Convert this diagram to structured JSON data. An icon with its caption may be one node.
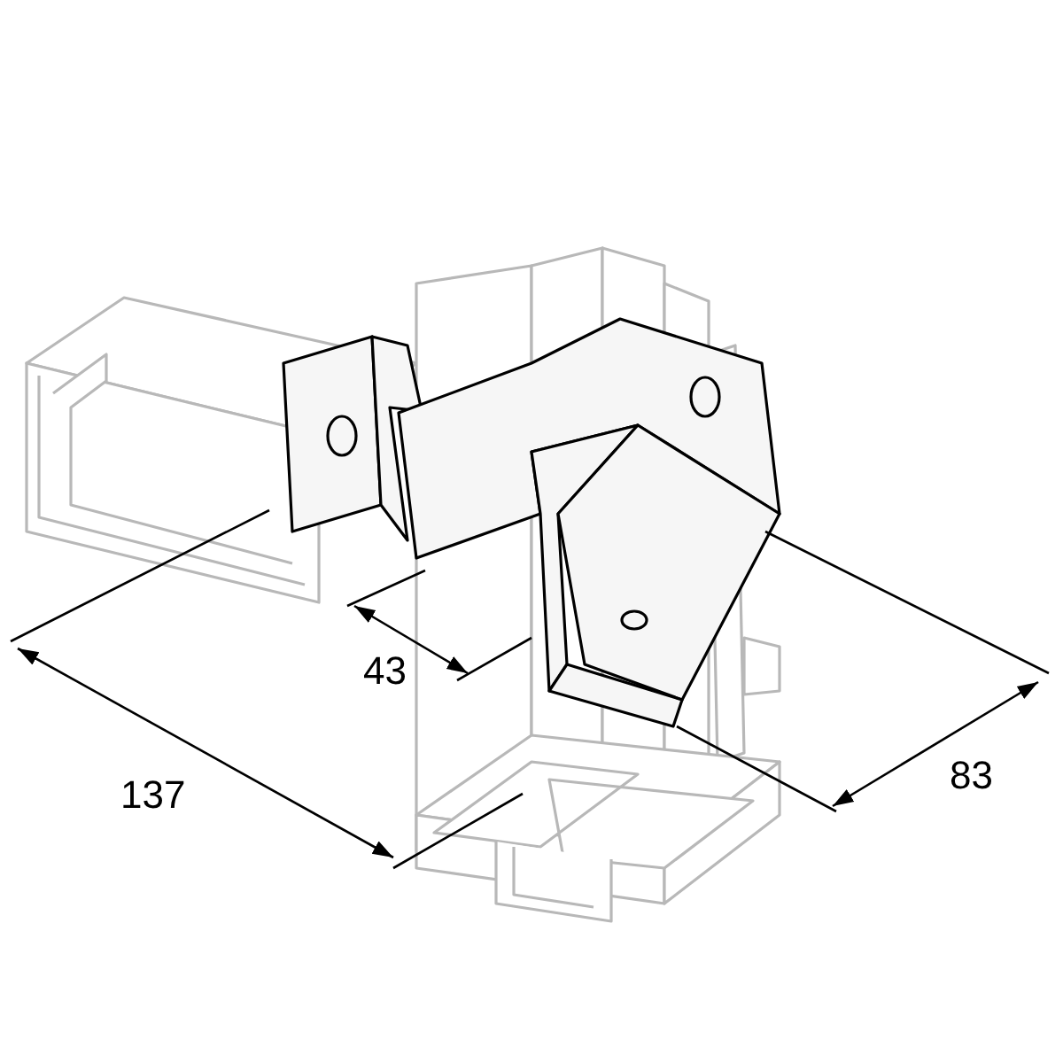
{
  "diagram": {
    "labels": [
      "43",
      "137",
      "83"
    ]
  }
}
